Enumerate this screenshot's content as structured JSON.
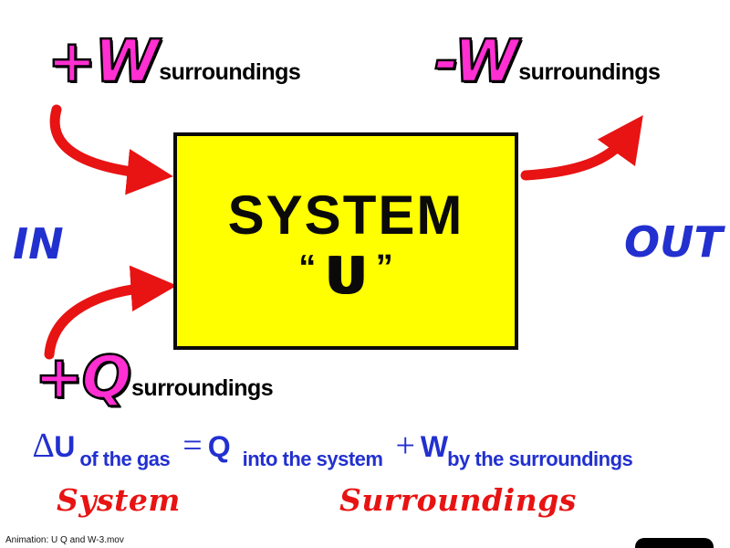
{
  "colors": {
    "magenta": "#ff2fd2",
    "blue": "#2230d0",
    "red": "#e81313",
    "yellow": "#ffff00",
    "black": "#000000"
  },
  "top_left": {
    "main": "+W",
    "sub": "surroundings"
  },
  "top_right": {
    "main": "-W",
    "sub": "surroundings"
  },
  "bottom_left": {
    "main": "+Q",
    "sub": "surroundings"
  },
  "side": {
    "in": "IN",
    "out": "OUT"
  },
  "box": {
    "title": "SYSTEM",
    "open_quote": "“",
    "u": "U",
    "close_quote": "”"
  },
  "equation": {
    "delta": "∆",
    "u": "U",
    "sub_u": "of the gas",
    "equals": "=",
    "q": "Q",
    "sub_q": "into the system",
    "plus": "+",
    "w": "W",
    "sub_w": "by the surroundings"
  },
  "footer": {
    "system": "System",
    "surroundings": "Surroundings",
    "caption": "Animation: U Q and W-3.mov"
  }
}
